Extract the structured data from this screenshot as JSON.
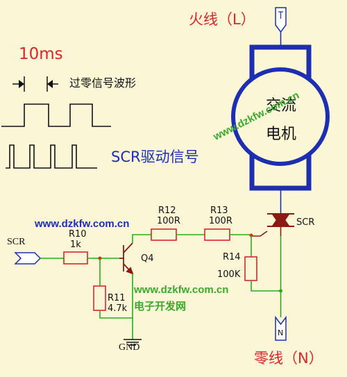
{
  "labels": {
    "live_wire": "火线（L）",
    "neutral_wire": "零线（N）",
    "time_label": "10ms",
    "zero_cross_label": "过零信号波形",
    "scr_signal_label": "SCR驱动信号",
    "motor_line1": "交流",
    "motor_line2": "电机",
    "scr_device": "SCR",
    "scr_input": "SCR",
    "r10_name": "R10",
    "r10_value": "1k",
    "r11_name": "R11",
    "r11_value": "4.7k",
    "r12_name": "R12",
    "r12_value": "100R",
    "r13_name": "R13",
    "r13_value": "100R",
    "r14_name": "R14",
    "r14_value": "100K",
    "q4_name": "Q4",
    "gnd": "GND",
    "terminal_l": "L",
    "terminal_n": "N"
  },
  "watermarks": {
    "url_top": "www.dzkfw.com.cn",
    "url_mid": "www.dzkfw.com.cn",
    "url_low": "www.dzkfw.com.cn",
    "site_name": "电子开发网"
  },
  "colors": {
    "wire": "#1d2fb0",
    "motor": "#1d2fb0",
    "label_red": "#d8262a",
    "component": "#d8262a",
    "watermark": "#3aa930",
    "background": "#fbf6d6"
  }
}
